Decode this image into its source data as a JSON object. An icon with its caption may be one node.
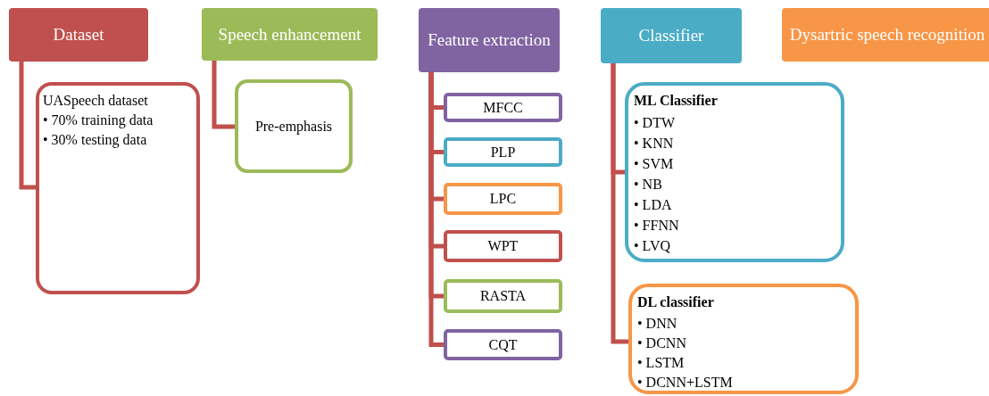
{
  "diagram": {
    "nodes": [
      {
        "text": [
          "Dataset"
        ]
      },
      {
        "text": [
          "UASpeech dataset",
          "• 70% training data",
          "• 30% testing data"
        ]
      },
      {
        "text": [
          "Speech enhancement"
        ]
      },
      {
        "text": [
          "Pre-emphasis"
        ]
      },
      {
        "text": [
          "Feature extraction"
        ]
      },
      {
        "text": [
          "MFCC"
        ]
      },
      {
        "text": [
          "PLP"
        ]
      },
      {
        "text": [
          "LPC"
        ]
      },
      {
        "text": [
          "WPT"
        ]
      },
      {
        "text": [
          "RASTA"
        ]
      },
      {
        "text": [
          "CQT"
        ]
      },
      {
        "text": [
          "Classifier"
        ]
      },
      {
        "text": [
          "ML Classifier",
          "• DTW",
          "• KNN",
          "• SVM",
          "• NB",
          "• LDA",
          "• FFNN",
          "• LVQ"
        ]
      },
      {
        "text": [
          "DL classifier",
          "• DNN",
          "• DCNN",
          "• LSTM",
          "• DCNN+LSTM"
        ]
      },
      {
        "text": [
          "Dysartric speech recognition"
        ]
      }
    ],
    "edges": [
      {
        "from": 0,
        "to": 1,
        "arrow": "none"
      },
      {
        "from": 2,
        "to": 3,
        "arrow": "none"
      },
      {
        "from": 4,
        "to": 5,
        "arrow": "none"
      },
      {
        "from": 4,
        "to": 6,
        "arrow": "none"
      },
      {
        "from": 4,
        "to": 7,
        "arrow": "none"
      },
      {
        "from": 4,
        "to": 8,
        "arrow": "none"
      },
      {
        "from": 4,
        "to": 9,
        "arrow": "none"
      },
      {
        "from": 4,
        "to": 10,
        "arrow": "none"
      },
      {
        "from": 11,
        "to": 12,
        "arrow": "none"
      },
      {
        "from": 11,
        "to": 13,
        "arrow": "none"
      }
    ]
  }
}
